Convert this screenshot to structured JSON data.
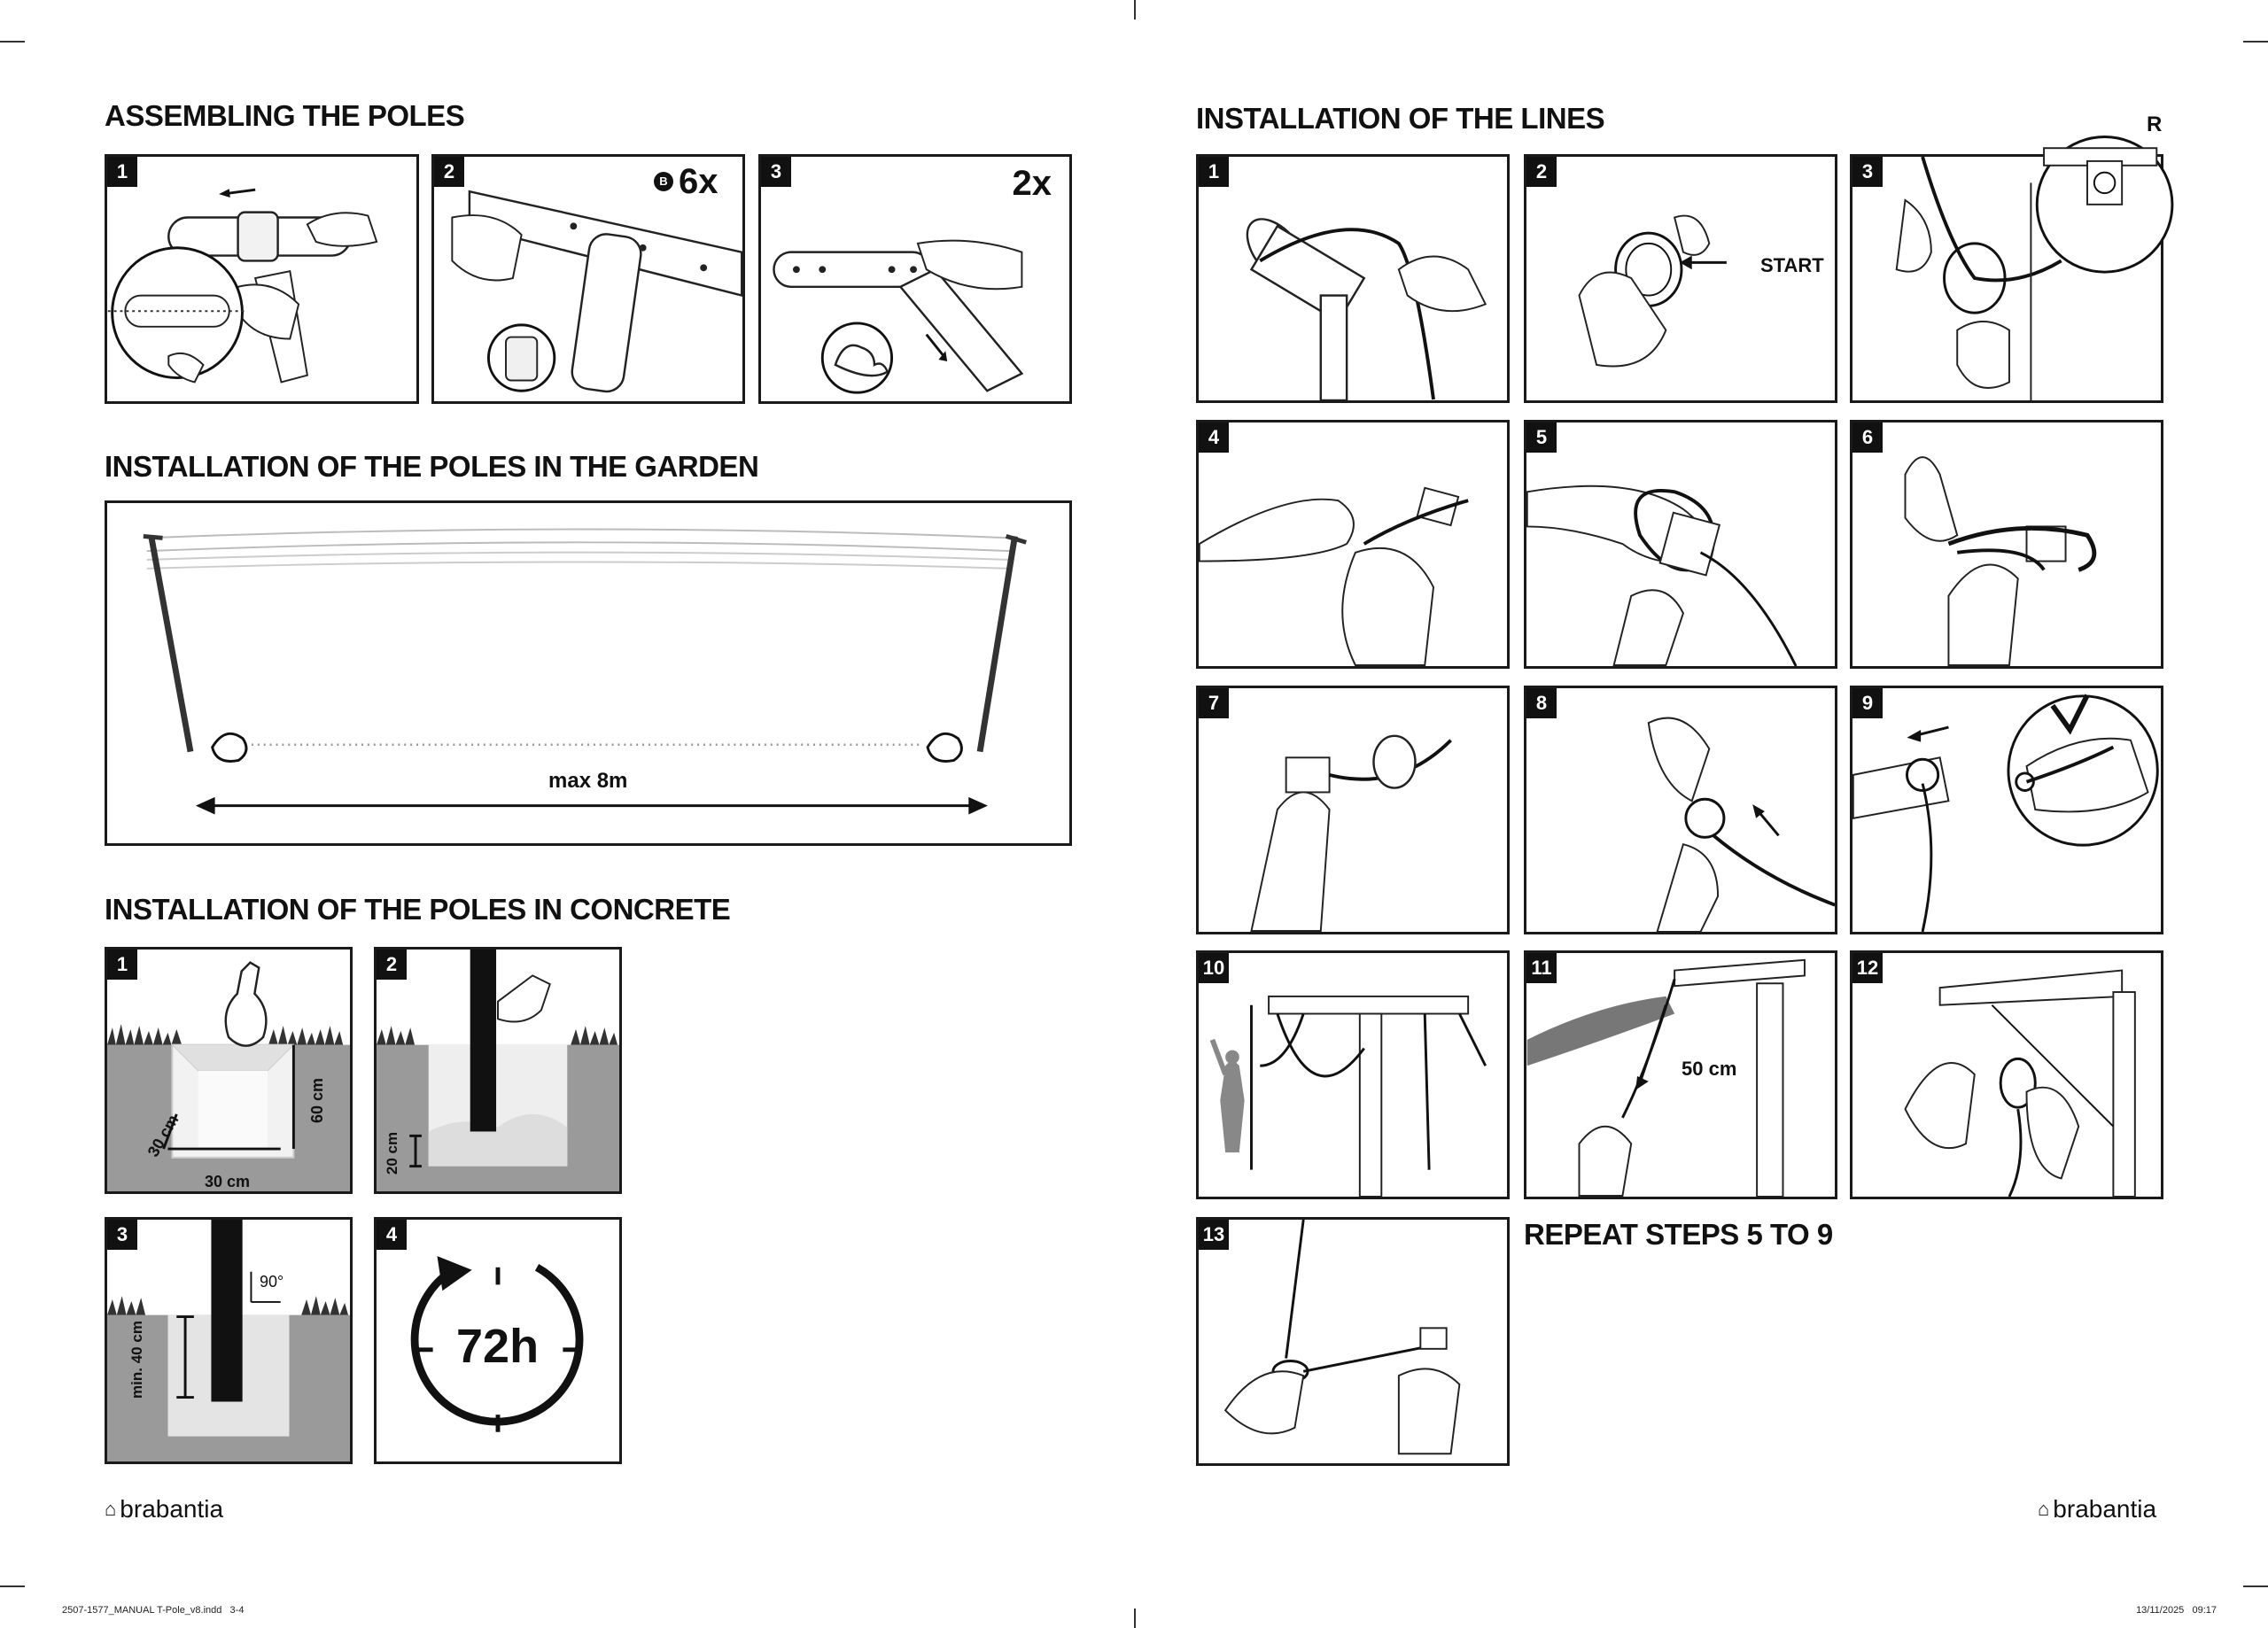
{
  "left_page": {
    "section1": {
      "title": "ASSEMBLING THE POLES",
      "steps": [
        "1",
        "2",
        "3"
      ],
      "step2_mult": "6x",
      "step2_badge": "B",
      "step3_mult": "2x"
    },
    "section2": {
      "title": "INSTALLATION OF THE POLES IN THE GARDEN",
      "distance": "max 8m"
    },
    "section3": {
      "title": "INSTALLATION OF THE POLES IN CONCRETE",
      "steps": [
        "1",
        "2",
        "3",
        "4"
      ],
      "depth": "60 cm",
      "width": "30 cm",
      "width2": "30 cm",
      "base": "20 cm",
      "angle": "90°",
      "min_depth": "min. 40 cm",
      "cure_time": "72h"
    },
    "logo": "brabantia"
  },
  "right_page": {
    "title": "INSTALLATION OF THE LINES",
    "steps": [
      "1",
      "2",
      "3",
      "4",
      "5",
      "6",
      "7",
      "8",
      "9",
      "10",
      "11",
      "12",
      "13"
    ],
    "start_label": "START",
    "r_label": "R",
    "length_label": "50 cm",
    "repeat": "REPEAT STEPS 5 TO 9",
    "logo": "brabantia"
  },
  "footer": {
    "file": "2507-1577_MANUAL T-Pole_v8.indd   3-4",
    "date": "13/11/2025   09:17"
  }
}
